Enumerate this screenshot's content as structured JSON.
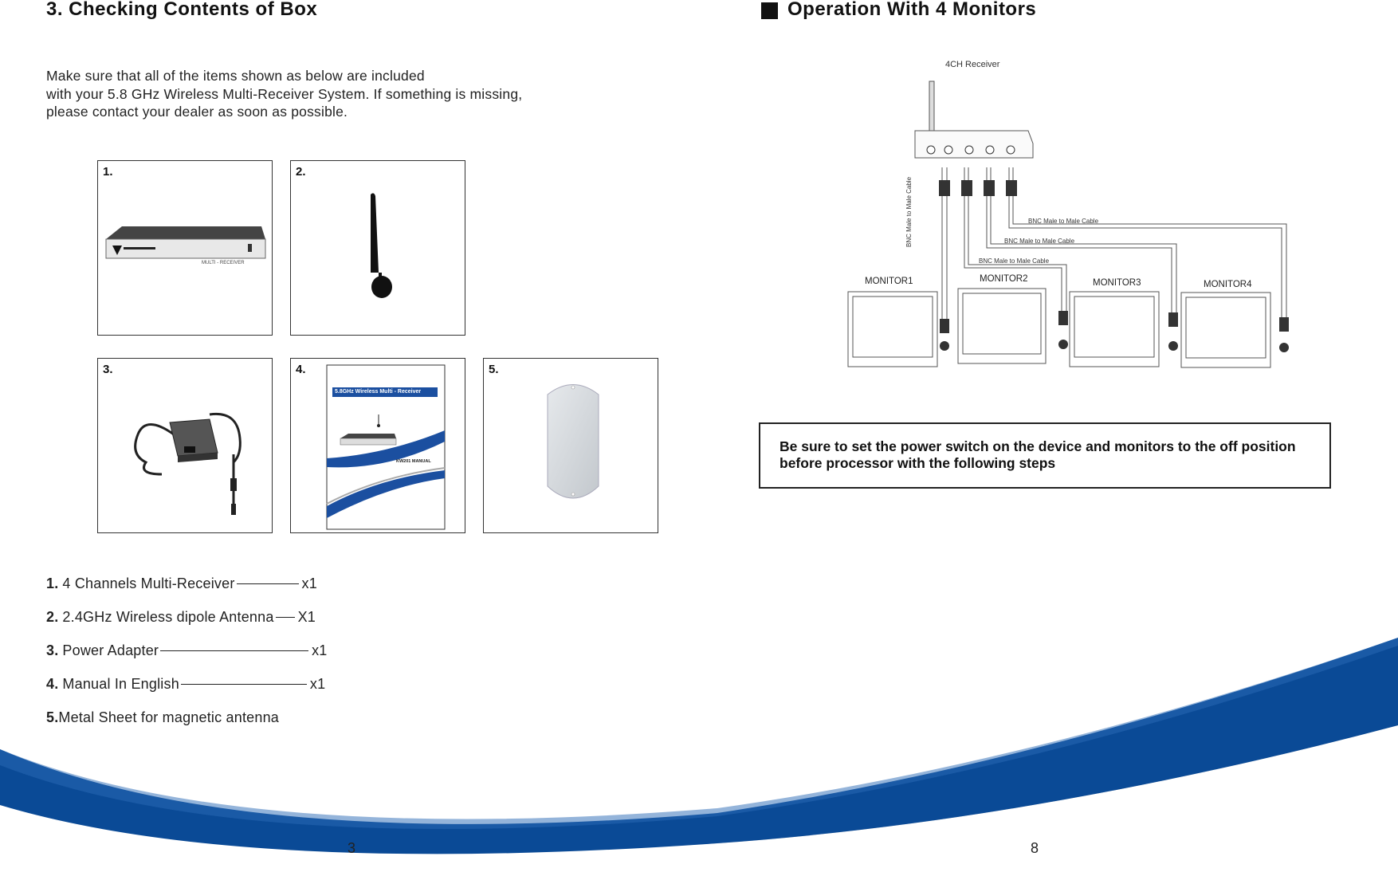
{
  "left_page": {
    "heading": "3. Checking Contents of Box",
    "intro": [
      "Make sure that all of the items  shown  as  below  are  included",
      "with your 5.8 GHz Wireless Multi-Receiver System. If something is missing,",
      "please contact your dealer as soon as possible."
    ],
    "boxes": [
      {
        "num": "1.",
        "product_label": "MULTI - RECEIVER"
      },
      {
        "num": "2."
      },
      {
        "num": "3."
      },
      {
        "num": "4.",
        "manual_title": "5.8GHz Wireless Multi - Receiver",
        "manual_subtitle": "KW201 MANUAL"
      },
      {
        "num": "5."
      }
    ],
    "items": [
      {
        "num": "1.",
        "text": "4 Channels Multi-Receiver",
        "qty": "x1"
      },
      {
        "num": "2.",
        "text": "2.4GHz Wireless dipole Antenna",
        "qty": "X1"
      },
      {
        "num": "3.",
        "text": "Power Adapter",
        "qty": "x1"
      },
      {
        "num": "4.",
        "text": "Manual In English",
        "qty": "x1"
      },
      {
        "num": "5.",
        "text": "Metal Sheet for magnetic antenna",
        "qty": ""
      }
    ],
    "page_number": "3"
  },
  "right_page": {
    "heading": "Operation With 4 Monitors",
    "diagram": {
      "receiver_label": "4CH Receiver",
      "cable_labels": [
        "BNC Male to Male Cable",
        "BNC Male to Male Cable",
        "BNC Male to Male Cable",
        "BNC Male to Male Cable"
      ],
      "monitors": [
        "MONITOR1",
        "MONITOR2",
        "MONITOR3",
        "MONITOR4"
      ]
    },
    "note": "Be sure to set the power switch on the device and monitors to the off position before processor with the following steps",
    "page_number": "8"
  },
  "colors": {
    "wave_blue": "#0a4a96",
    "wave_gray": "#c8c8c8"
  }
}
